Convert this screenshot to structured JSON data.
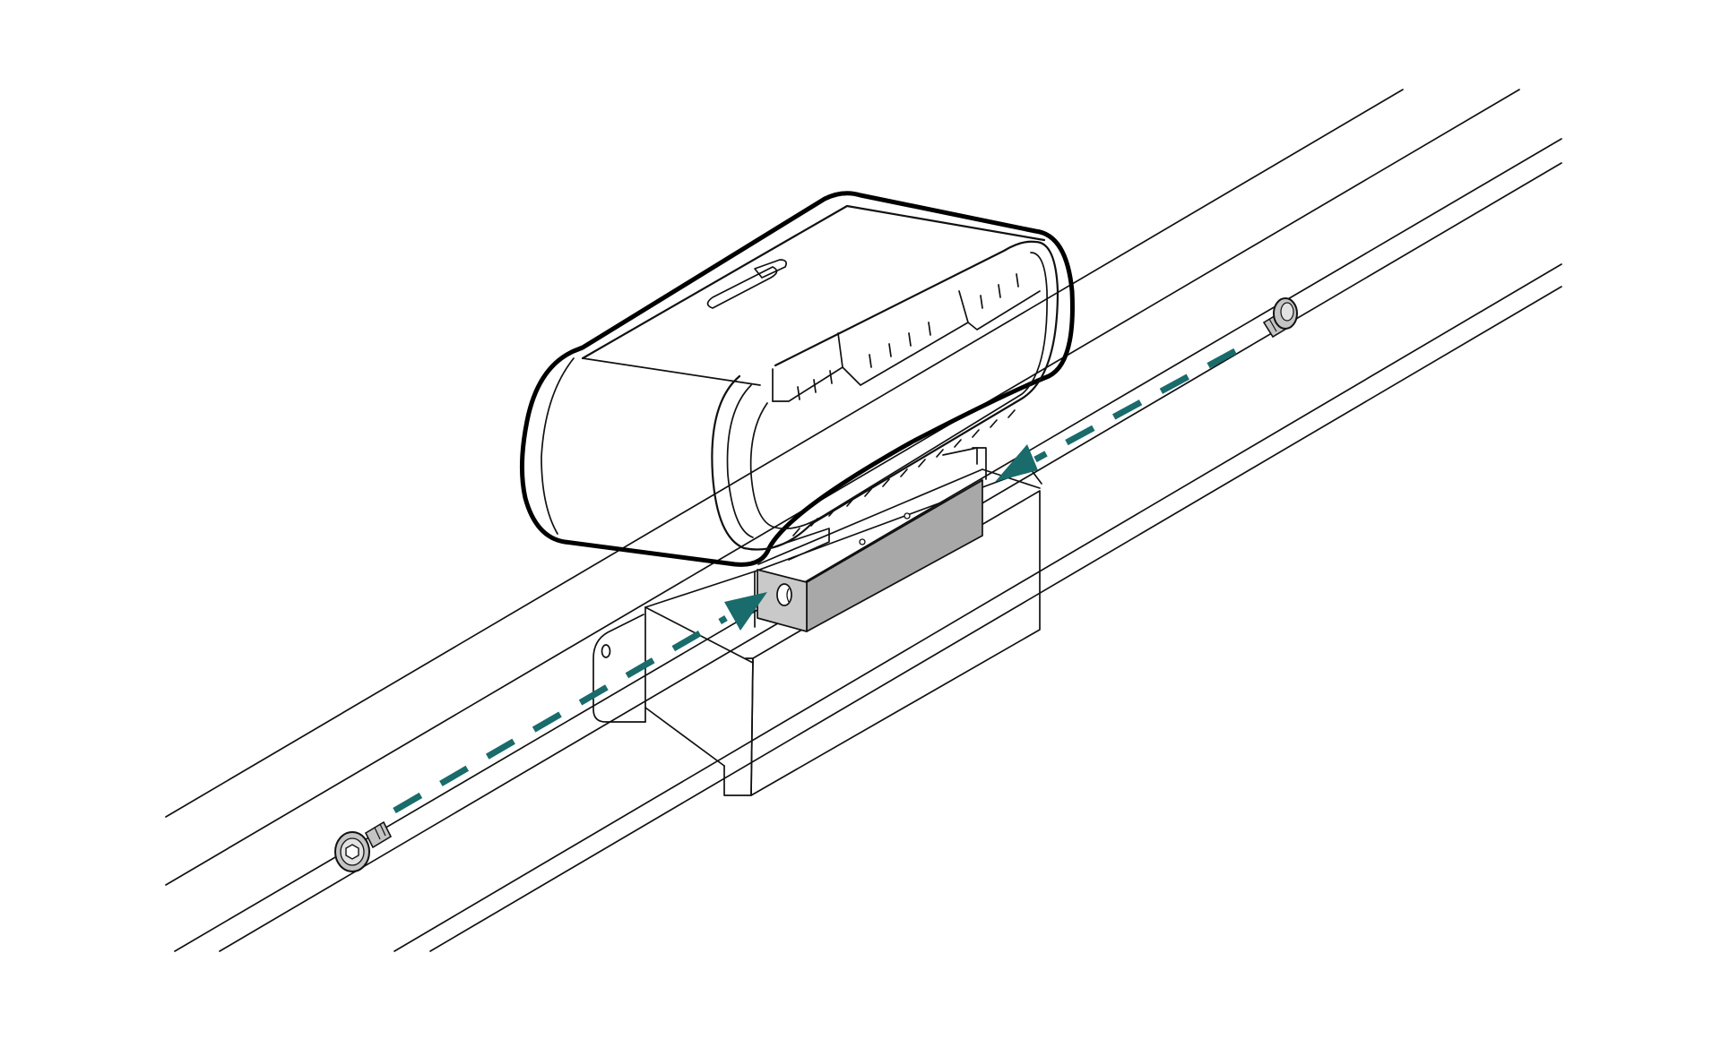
{
  "diagram": {
    "kind": "installation-illustration",
    "colors": {
      "background": "#ffffff",
      "line": "#111111",
      "accent": "#1a6b6b",
      "bracket_fill": "#a8a8a8",
      "screw_fill": "#c4c4c4"
    },
    "components": [
      {
        "id": "mounting-rail",
        "icon": "rail"
      },
      {
        "id": "camera-unit",
        "icon": "camera"
      },
      {
        "id": "mounting-bracket",
        "icon": "bracket"
      },
      {
        "id": "screw-left",
        "icon": "hex-socket-screw"
      },
      {
        "id": "screw-right",
        "icon": "hex-socket-screw"
      }
    ],
    "arrows": [
      {
        "from": "screw-left",
        "to": "mounting-bracket",
        "style": "dashed"
      },
      {
        "from": "screw-right",
        "to": "mounting-bracket",
        "style": "dashed"
      }
    ]
  }
}
